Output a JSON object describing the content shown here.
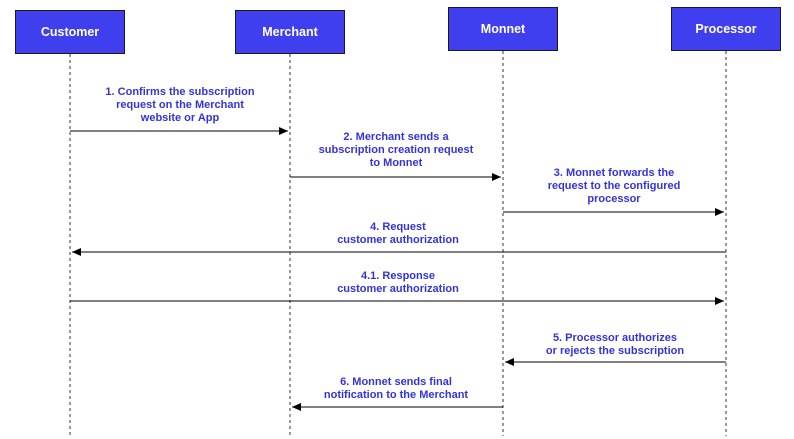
{
  "diagram": {
    "participants": [
      {
        "id": "customer",
        "label": "Customer"
      },
      {
        "id": "merchant",
        "label": "Merchant"
      },
      {
        "id": "monnet",
        "label": "Monnet"
      },
      {
        "id": "processor",
        "label": "Processor"
      }
    ],
    "messages": [
      {
        "from": "customer",
        "to": "merchant",
        "lines": [
          "1. Confirms the subscription",
          "request on the Merchant",
          "website or App"
        ]
      },
      {
        "from": "merchant",
        "to": "monnet",
        "lines": [
          "2. Merchant sends a",
          "subscription creation request",
          "to Monnet"
        ]
      },
      {
        "from": "monnet",
        "to": "processor",
        "lines": [
          "3. Monnet forwards the",
          "request to the configured",
          "processor"
        ]
      },
      {
        "from": "processor",
        "to": "customer",
        "lines": [
          "4. Request",
          "customer authorization"
        ]
      },
      {
        "from": "customer",
        "to": "processor",
        "lines": [
          "4.1. Response",
          "customer authorization"
        ]
      },
      {
        "from": "processor",
        "to": "monnet",
        "lines": [
          "5. Processor authorizes",
          "or rejects the subscription"
        ]
      },
      {
        "from": "monnet",
        "to": "merchant",
        "lines": [
          "6. Monnet sends final",
          "notification to the Merchant"
        ]
      }
    ]
  }
}
